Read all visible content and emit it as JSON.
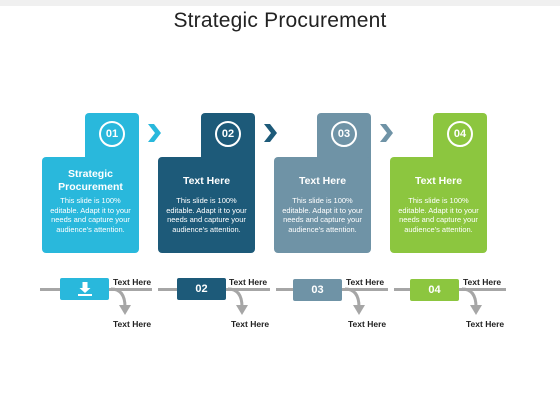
{
  "title": "Strategic Procurement",
  "colors": {
    "step1": "#29b8dc",
    "step2": "#1d5a79",
    "step3": "#6f93a6",
    "step4": "#8cc63f",
    "connector": "#a6a6a6"
  },
  "steps": [
    {
      "number": "01",
      "heading": "Strategic Procurement",
      "description": "This slide is 100% editable. Adapt it to your needs and capture your audience's attention."
    },
    {
      "number": "02",
      "heading": "Text Here",
      "description": "This slide is 100% editable. Adapt it to your needs and capture your audience's attention."
    },
    {
      "number": "03",
      "heading": "Text Here",
      "description": "This slide is 100% editable. Adapt it to your needs and capture your audience's attention."
    },
    {
      "number": "04",
      "heading": "Text Here",
      "description": "This slide is 100% editable. Adapt it to your needs and capture your audience's attention."
    }
  ],
  "timeline": [
    {
      "icon": "download-icon",
      "label_top": "Text Here",
      "label_bottom": "Text Here"
    },
    {
      "value": "02",
      "label_top": "Text Here",
      "label_bottom": "Text Here"
    },
    {
      "value": "03",
      "label_top": "Text Here",
      "label_bottom": "Text Here"
    },
    {
      "value": "04",
      "label_top": "Text Here",
      "label_bottom": "Text Here"
    }
  ]
}
